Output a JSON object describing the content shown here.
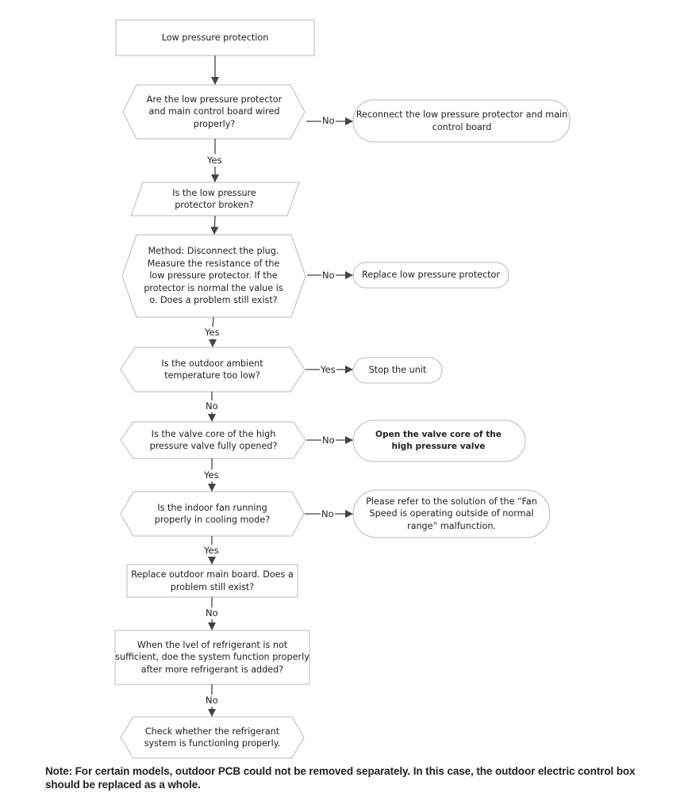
{
  "flowchart": {
    "start": "Low pressure protection",
    "q1": "Are the low pressure protector and main control board wired properly?",
    "a1": "Reconnect the low pressure protector and main control board",
    "q2": "Is the low pressure protector broken?",
    "q3": "Method: Disconnect the plug. Measure the resistance of the low pressure protector. If the protector is normal the value is o. Does a problem still exist?",
    "a3": "Replace low pressure protector",
    "q4": "Is the outdoor ambient temperature too low?",
    "a4": "Stop the unit",
    "q5": "Is the valve core of the high pressure valve fully opened?",
    "a5": "Open the valve core of the high pressure valve",
    "q6": "Is  the indoor fan running properly in cooling mode?",
    "a6": "Please refer to the solution of the “Fan Speed is operating outside of normal range” malfunction.",
    "q7": "Replace outdoor main board. Does a problem still exist?",
    "q8": "When the lvel of refrigerant is not sufficient, doe the system function properly after more refrigerant is added?",
    "end": "Check whether the refrigerant system is functioning properly."
  },
  "labels": {
    "q1_no": "No",
    "q1_yes": "Yes",
    "q3_no": "No",
    "q3_yes": "Yes",
    "q4_yes": "Yes",
    "q4_no": "No",
    "q5_no": "No",
    "q5_yes": "Yes",
    "q6_no": "No",
    "q6_yes": "Yes",
    "q7_no": "No",
    "q8_no": "No"
  },
  "note": "Note: For certain models, outdoor PCB could not be removed separately. In this case, the outdoor electric control box should be replaced as a whole."
}
